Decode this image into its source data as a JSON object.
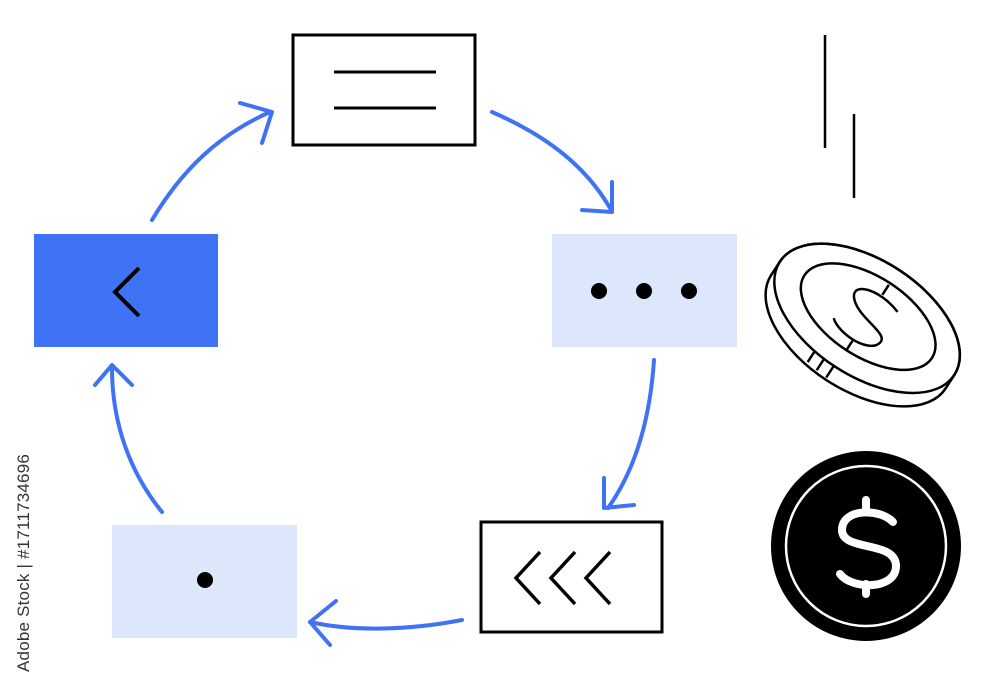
{
  "colors": {
    "accent": "#3f72f5",
    "accent_light": "#dce7fb",
    "outline": "#000000",
    "background": "#ffffff"
  },
  "cycle_steps": [
    {
      "id": "top",
      "icon": "menu-lines-icon",
      "style": "outline"
    },
    {
      "id": "right",
      "icon": "ellipsis-icon",
      "style": "light-fill"
    },
    {
      "id": "bottom-right",
      "icon": "triple-chevron-left-icon",
      "style": "outline"
    },
    {
      "id": "bottom-left",
      "icon": "dot-icon",
      "style": "light-fill"
    },
    {
      "id": "left",
      "icon": "chevron-left-icon",
      "style": "accent-fill"
    }
  ],
  "coins": [
    {
      "icon": "dollar-coin-tilted-icon",
      "style": "outline",
      "falling": true
    },
    {
      "icon": "dollar-coin-icon",
      "style": "solid-black"
    }
  ],
  "watermark": {
    "stock_id": "Adobe Stock | #1711734696"
  }
}
